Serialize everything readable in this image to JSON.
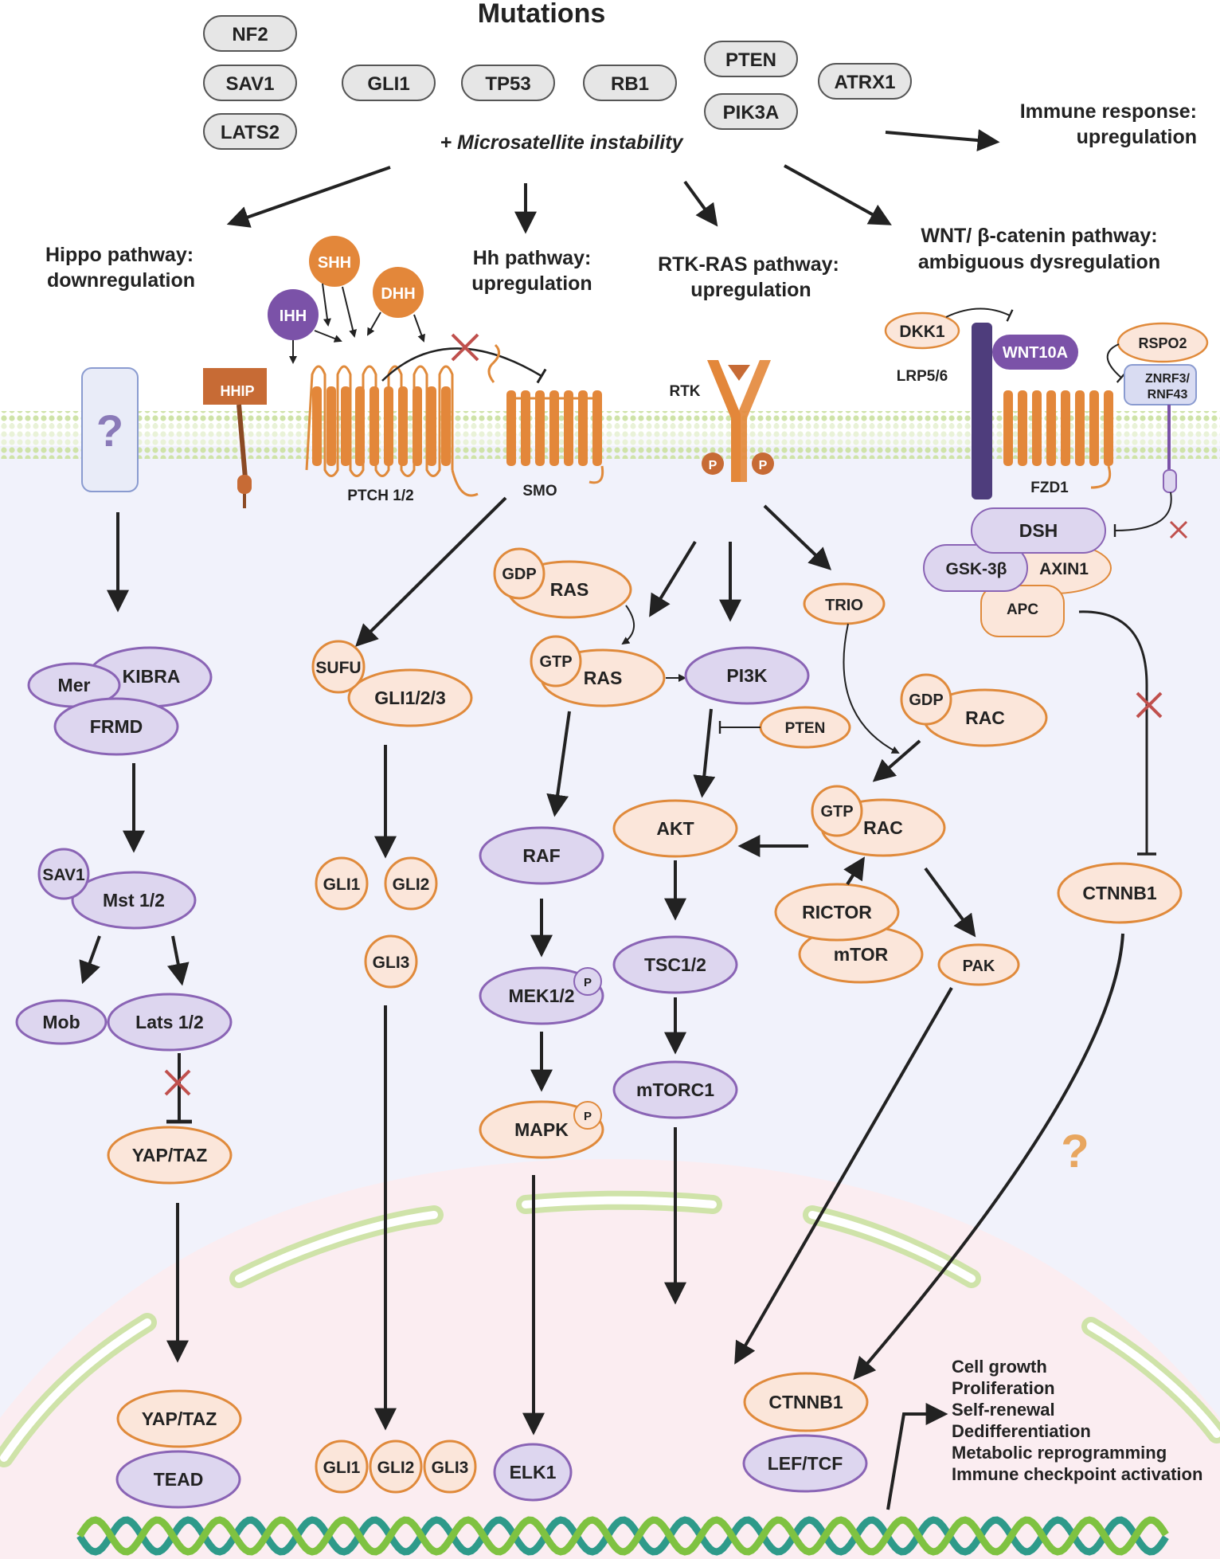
{
  "colors": {
    "orange_fill": "#fbe6da",
    "orange_stroke": "#e08a3b",
    "orange_solid": "#e3873a",
    "brown_solid": "#c76b35",
    "purple_fill": "#ddd6ef",
    "purple_stroke": "#8a64b5",
    "purple_solid": "#7b52a8",
    "purple_dark": "#4e3d7c",
    "grey_fill": "#e6e6e6",
    "membrane_green": "#cfe3a9",
    "cytoplasm": "#f1f2fb",
    "nucleus": "#fbedf1",
    "dna_green": "#7fc241",
    "dna_teal": "#2e9a8a",
    "inhibit_red": "#c0504d",
    "question_orange": "#e8a65f",
    "question_purple": "#8a7ab8",
    "arrow": "#222222"
  },
  "title": "Mutations",
  "mutations": [
    "NF2",
    "SAV1",
    "LATS2",
    "GLI1",
    "TP53",
    "RB1",
    "PTEN",
    "PIK3A",
    "ATRX1"
  ],
  "microsatellite": "+ Microsatellite instability",
  "immune": {
    "line1": "Immune response:",
    "line2": "upregulation"
  },
  "pathways": {
    "hippo": {
      "line1": "Hippo pathway:",
      "line2": "downregulation"
    },
    "hh": {
      "line1": "Hh pathway:",
      "line2": "upregulation"
    },
    "rtk": {
      "line1": "RTK-RAS pathway:",
      "line2": "upregulation"
    },
    "wnt": {
      "line1": "WNT/ β-catenin pathway:",
      "line2": "ambiguous dysregulation"
    }
  },
  "membrane_labels": {
    "unknown_receptor": "?",
    "hhip": "HHIP",
    "shh": "SHH",
    "ihh": "IHH",
    "dhh": "DHH",
    "ptch": "PTCH 1/2",
    "smo": "SMO",
    "rtk": "RTK",
    "phospho": "P",
    "dkk1": "DKK1",
    "lrp": "LRP5/6",
    "wnt10a": "WNT10A",
    "rspo2": "RSPO2",
    "znrf3_line1": "ZNRF3/",
    "znrf3_line2": "RNF43",
    "fzd1": "FZD1"
  },
  "hippo_nodes": {
    "mer": "Mer",
    "kibra": "KIBRA",
    "frmd": "FRMD",
    "sav1": "SAV1",
    "mst": "Mst 1/2",
    "mob": "Mob",
    "lats": "Lats 1/2",
    "yaptaz": "YAP/TAZ",
    "yaptaz_nuc": "YAP/TAZ",
    "tead": "TEAD"
  },
  "hh_nodes": {
    "sufu": "SUFU",
    "gli123": "GLI1/2/3",
    "gli1": "GLI1",
    "gli2": "GLI2",
    "gli3": "GLI3",
    "gli1_nuc": "GLI1",
    "gli2_nuc": "GLI2",
    "gli3_nuc": "GLI3"
  },
  "rtk_nodes": {
    "gdp_ras": "GDP",
    "ras1": "RAS",
    "gtp_ras": "GTP",
    "ras2": "RAS",
    "raf": "RAF",
    "mek": "MEK1/2",
    "mapk": "MAPK",
    "elk1": "ELK1",
    "pi3k": "PI3K",
    "pten": "PTEN",
    "akt": "AKT",
    "tsc": "TSC1/2",
    "mtorc1": "mTORC1",
    "trio": "TRIO",
    "gdp_rac": "GDP",
    "rac1": "RAC",
    "gtp_rac": "GTP",
    "rac2": "RAC",
    "rictor": "RICTOR",
    "mtor": "mTOR",
    "pak": "PAK"
  },
  "wnt_nodes": {
    "dsh": "DSH",
    "gsk": "GSK-3β",
    "axin1": "AXIN1",
    "apc": "APC",
    "ctnnb1": "CTNNB1",
    "question": "?",
    "ctnnb1_nuc": "CTNNB1",
    "leftcf": "LEF/TCF"
  },
  "outcomes": [
    "Cell growth",
    "Proliferation",
    "Self-renewal",
    "Dedifferentiation",
    "Metabolic reprogramming",
    "Immune checkpoint activation"
  ]
}
